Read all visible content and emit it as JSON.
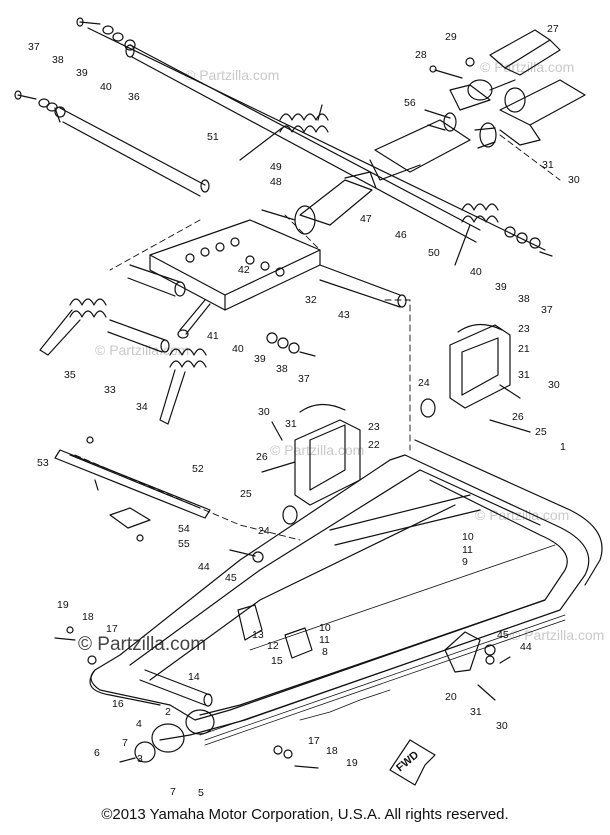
{
  "parts": [
    {
      "id": "p1",
      "label": "1"
    },
    {
      "id": "p2",
      "label": "2"
    },
    {
      "id": "p3",
      "label": "3"
    },
    {
      "id": "p4",
      "label": "4"
    },
    {
      "id": "p5",
      "label": "5"
    },
    {
      "id": "p6",
      "label": "6"
    },
    {
      "id": "p7a",
      "label": "7"
    },
    {
      "id": "p7b",
      "label": "7"
    },
    {
      "id": "p8",
      "label": "8"
    },
    {
      "id": "p9",
      "label": "9"
    },
    {
      "id": "p10a",
      "label": "10"
    },
    {
      "id": "p10b",
      "label": "10"
    },
    {
      "id": "p11a",
      "label": "11"
    },
    {
      "id": "p11b",
      "label": "11"
    },
    {
      "id": "p12",
      "label": "12"
    },
    {
      "id": "p13",
      "label": "13"
    },
    {
      "id": "p14",
      "label": "14"
    },
    {
      "id": "p15",
      "label": "15"
    },
    {
      "id": "p16",
      "label": "16"
    },
    {
      "id": "p17a",
      "label": "17"
    },
    {
      "id": "p17b",
      "label": "17"
    },
    {
      "id": "p18a",
      "label": "18"
    },
    {
      "id": "p18b",
      "label": "18"
    },
    {
      "id": "p19a",
      "label": "19"
    },
    {
      "id": "p19b",
      "label": "19"
    },
    {
      "id": "p20",
      "label": "20"
    },
    {
      "id": "p21",
      "label": "21"
    },
    {
      "id": "p22",
      "label": "22"
    },
    {
      "id": "p23a",
      "label": "23"
    },
    {
      "id": "p23b",
      "label": "23"
    },
    {
      "id": "p24a",
      "label": "24"
    },
    {
      "id": "p24b",
      "label": "24"
    },
    {
      "id": "p25a",
      "label": "25"
    },
    {
      "id": "p25b",
      "label": "25"
    },
    {
      "id": "p26a",
      "label": "26"
    },
    {
      "id": "p26b",
      "label": "26"
    },
    {
      "id": "p27",
      "label": "27"
    },
    {
      "id": "p28",
      "label": "28"
    },
    {
      "id": "p29",
      "label": "29"
    },
    {
      "id": "p30a",
      "label": "30"
    },
    {
      "id": "p30b",
      "label": "30"
    },
    {
      "id": "p30c",
      "label": "30"
    },
    {
      "id": "p30d",
      "label": "30"
    },
    {
      "id": "p31a",
      "label": "31"
    },
    {
      "id": "p31b",
      "label": "31"
    },
    {
      "id": "p31c",
      "label": "31"
    },
    {
      "id": "p31d",
      "label": "31"
    },
    {
      "id": "p32",
      "label": "32"
    },
    {
      "id": "p33",
      "label": "33"
    },
    {
      "id": "p34",
      "label": "34"
    },
    {
      "id": "p35",
      "label": "35"
    },
    {
      "id": "p36",
      "label": "36"
    },
    {
      "id": "p37a",
      "label": "37"
    },
    {
      "id": "p37b",
      "label": "37"
    },
    {
      "id": "p37c",
      "label": "37"
    },
    {
      "id": "p38a",
      "label": "38"
    },
    {
      "id": "p38b",
      "label": "38"
    },
    {
      "id": "p38c",
      "label": "38"
    },
    {
      "id": "p39a",
      "label": "39"
    },
    {
      "id": "p39b",
      "label": "39"
    },
    {
      "id": "p39c",
      "label": "39"
    },
    {
      "id": "p40a",
      "label": "40"
    },
    {
      "id": "p40b",
      "label": "40"
    },
    {
      "id": "p40c",
      "label": "40"
    },
    {
      "id": "p41",
      "label": "41"
    },
    {
      "id": "p42",
      "label": "42"
    },
    {
      "id": "p43",
      "label": "43"
    },
    {
      "id": "p44a",
      "label": "44"
    },
    {
      "id": "p44b",
      "label": "44"
    },
    {
      "id": "p45a",
      "label": "45"
    },
    {
      "id": "p45b",
      "label": "45"
    },
    {
      "id": "p46",
      "label": "46"
    },
    {
      "id": "p47",
      "label": "47"
    },
    {
      "id": "p48",
      "label": "48"
    },
    {
      "id": "p49",
      "label": "49"
    },
    {
      "id": "p50",
      "label": "50"
    },
    {
      "id": "p51",
      "label": "51"
    },
    {
      "id": "p52",
      "label": "52"
    },
    {
      "id": "p53",
      "label": "53"
    },
    {
      "id": "p54",
      "label": "54"
    },
    {
      "id": "p55",
      "label": "55"
    },
    {
      "id": "p56",
      "label": "56"
    }
  ],
  "watermark": {
    "text": "© Partzilla.com"
  },
  "direction_tag": "FWD",
  "copyright": "©2013  Yamaha Motor Corporation, U.S.A. All rights reserved.",
  "colors": {
    "ink": "#111111",
    "watermark": "#c9c9c9",
    "background": "#ffffff"
  }
}
